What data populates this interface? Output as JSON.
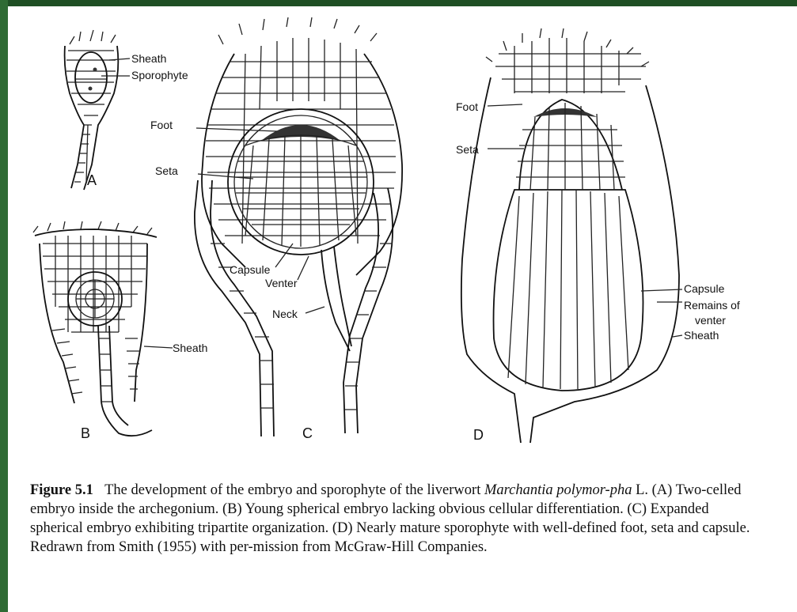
{
  "labels": {
    "a_sheath": "Sheath",
    "a_sporophyte": "Sporophyte",
    "c_foot": "Foot",
    "c_seta": "Seta",
    "c_capsule": "Capsule",
    "c_venter": "Venter",
    "c_neck": "Neck",
    "b_sheath": "Sheath",
    "d_foot": "Foot",
    "d_seta": "Seta",
    "d_capsule": "Capsule",
    "d_remains1": "Remains of",
    "d_remains2": "venter",
    "d_sheath": "Sheath"
  },
  "panels": {
    "a": "A",
    "b": "B",
    "c": "C",
    "d": "D"
  },
  "caption": {
    "figure_label": "Figure 5.1",
    "text_before": "The development of the embryo and sporophyte of the liverwort ",
    "species": "Marchantia polymor-pha",
    "text_after": " L. (A) Two-celled embryo inside the archegonium. (B) Young spherical embryo lacking obvious cellular differentiation. (C) Expanded spherical embryo exhibiting tripartite organization. (D) Nearly mature sporophyte with well-defined foot, seta and capsule. Redrawn from Smith (1955) with per-mission from McGraw-Hill Companies."
  },
  "colors": {
    "frame": "#2f6b34",
    "page": "#ffffff",
    "ink": "#111111"
  }
}
